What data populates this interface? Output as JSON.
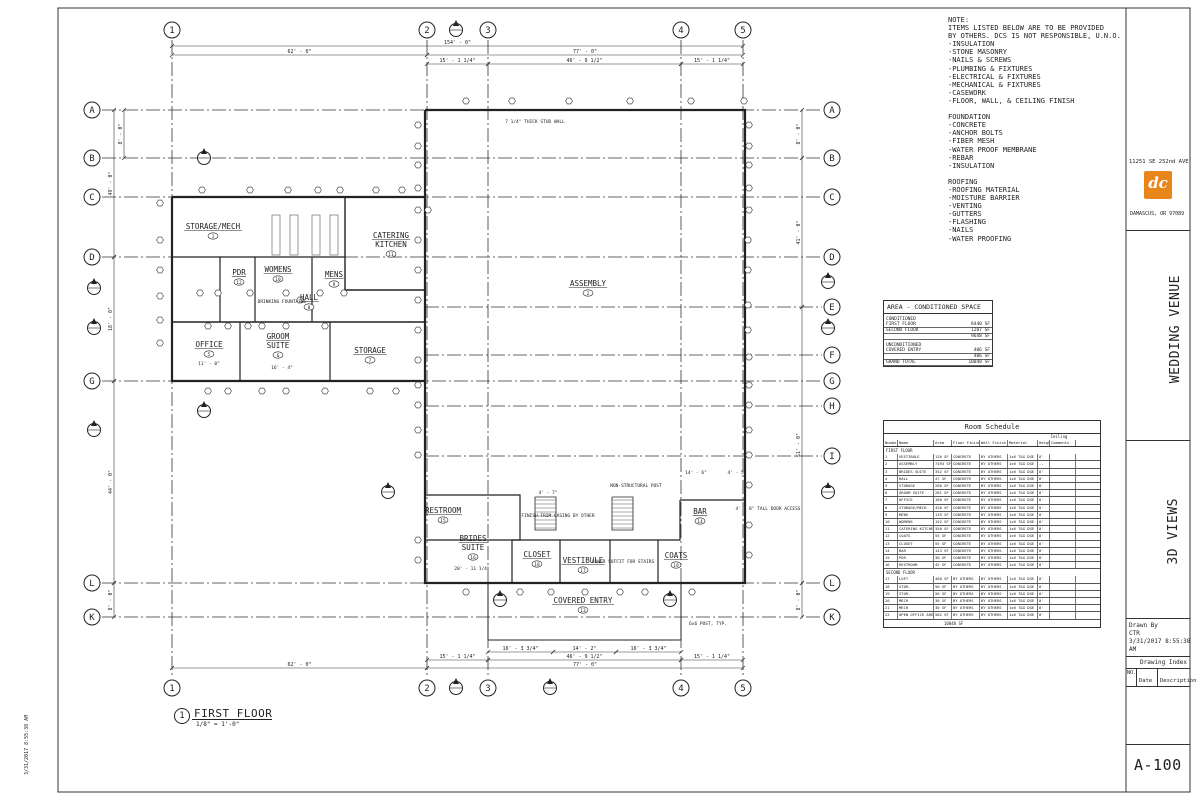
{
  "notes": {
    "header": "NOTE:",
    "intro": [
      "ITEMS LISTED BELOW ARE TO BE PROVIDED",
      "BY OTHERS. DCS IS NOT RESPONSIBLE, U.N.O."
    ],
    "groups": [
      {
        "title": "",
        "items": [
          "-INSULATION",
          "-STONE MASONRY",
          "-NAILS & SCREWS",
          "-PLUMBING & FIXTURES",
          "-ELECTRICAL & FIXTURES",
          "-MECHANICAL & FIXTURES",
          "-CASEWORK",
          "-FLOOR, WALL, & CEILING FINISH"
        ]
      },
      {
        "title": "FOUNDATION",
        "items": [
          "-CONCRETE",
          "-ANCHOR BOLTS",
          "-FIBER MESH",
          "-WATER PROOF MEMBRANE",
          "-REBAR",
          "-INSULATION"
        ]
      },
      {
        "title": "ROOFING",
        "items": [
          "-ROOFING MATERIAL",
          "-MOISTURE BARRIER",
          "-VENTING",
          "-GUTTERS",
          "-FLASHING",
          "-NAILS",
          "-WATER PROOFING"
        ]
      }
    ]
  },
  "title_block": {
    "address1": "11251 SE 252nd AVE",
    "address2": "DAMASCUS, OR 97089",
    "project": "WEDDING VENUE",
    "sheet_name": "3D VIEWS",
    "drawn_by_label": "Drawn By",
    "drawn_by": "CTR",
    "date": "3/31/2017 8:55:38",
    "time_suffix": "AM",
    "index_title": "Drawing Index",
    "col_no": "NO.",
    "col_date": "Date",
    "col_desc": "Description",
    "sheet_number": "A-100",
    "logo_text": "dc",
    "brand_color": "#e8861c"
  },
  "drawing": {
    "title": "FIRST FLOOR",
    "scale": "1/8\" = 1'-0\"",
    "view_no": "1",
    "side_stamp": "3/31/2017 8:55:38 AM",
    "grid_cols": [
      "1",
      "2",
      "3",
      "4",
      "5"
    ],
    "grid_rows": [
      "A",
      "B",
      "C",
      "D",
      "E",
      "F",
      "G",
      "H",
      "I",
      "J",
      "K"
    ],
    "dims_top": [
      "154' - 0\"",
      "62' - 0\"",
      "77' - 0\"",
      "15' - 1 1/4\"",
      "46' - 9 1/2\"",
      "15' - 1 1/4\""
    ],
    "dims_bottom": [
      "62' - 0\"",
      "77' - 0\"",
      "15' - 1 1/4\"",
      "46' - 9 1/2\"",
      "15' - 1 1/4\"",
      "16' - 3 3/4\"",
      "14' - 2\"",
      "16' - 3 3/4\""
    ],
    "dims_left": [
      "49' - 0\"",
      "18' - 0\"",
      "44' - 0\"",
      "8' - 0\"",
      "8' - 0\""
    ],
    "dims_right": [
      "8' - 0\"",
      "41' - 0\"",
      "51' - 0\"",
      "8' - 0\""
    ],
    "rooms": [
      {
        "name": "STORAGE/MECH",
        "num": "1"
      },
      {
        "name": "CATERING",
        "name2": "KITCHEN",
        "num": "11"
      },
      {
        "name": "PDR",
        "num": "12"
      },
      {
        "name": "WOMENS",
        "num": "10"
      },
      {
        "name": "MENS",
        "num": "9"
      },
      {
        "name": "HALL",
        "num": "8"
      },
      {
        "name": "ASSEMBLY",
        "num": "2"
      },
      {
        "name": "OFFICE",
        "num": "5"
      },
      {
        "name": "GROOM",
        "name2": "SUITE",
        "num": "6"
      },
      {
        "name": "STORAGE",
        "num": "7"
      },
      {
        "name": "RESTROOM",
        "num": "15"
      },
      {
        "name": "BRIDES",
        "name2": "SUITE",
        "num": "16"
      },
      {
        "name": "CLOSET",
        "num": "18"
      },
      {
        "name": "VESTIBULE",
        "num": "17"
      },
      {
        "name": "COATS",
        "num": "19"
      },
      {
        "name": "BAR",
        "num": "14"
      },
      {
        "name": "COVERED ENTRY",
        "num": "13"
      }
    ],
    "annotations": [
      "7 1/4\" THICK STUD WALL",
      "NON-STRUCTURAL POST",
      "4' - 0\" TALL DOOR ACCESS",
      "DRINKING FOUNTAINS",
      "FINISH TRIM CASING BY OTHER",
      "LOWER SOFFIT FOR STAIRS",
      "6x6 POST, TYP.",
      "14' - 6\"",
      "4' - 5\"",
      "4' - 7\"",
      "11' - 0\"",
      "16' - 4\"",
      "20' - 11 1/4\""
    ]
  },
  "area_table": {
    "title": "AREA - CONDITIONED SPACE",
    "sections": [
      {
        "header": "CONDITIONED",
        "rows": [
          [
            "FIRST FLOOR",
            "8440 SF"
          ],
          [
            "SECOND FLOOR",
            "1207 SF"
          ],
          [
            "",
            "9648 SF"
          ]
        ]
      },
      {
        "header": "UNCONDITIONED",
        "rows": [
          [
            "COVERED ENTRY",
            "406 SF"
          ],
          [
            "",
            "406 SF"
          ]
        ]
      },
      {
        "header": "",
        "rows": [
          [
            "GRAND TOTAL",
            "10048 SF"
          ]
        ]
      }
    ]
  },
  "room_schedule": {
    "title": "Room Schedule",
    "group_header": "Ceiling",
    "columns": [
      "Number",
      "Name",
      "Area",
      "Floor Finish",
      "Wall Finish",
      "Material",
      "Height",
      "Comments"
    ],
    "first_floor_label": "FIRST FLOOR",
    "second_floor_label": "SECOND FLOOR",
    "first_floor": [
      [
        "1",
        "VESTIBULE",
        "126 SF",
        "CONCRETE",
        "BY OTHERS",
        "1x6 T&G DGE",
        "8'"
      ],
      [
        "2",
        "ASSEMBLY",
        "7493 SF",
        "CONCRETE",
        "BY OTHERS",
        "1x6 T&G DGE",
        "--"
      ],
      [
        "3",
        "BRIDES SUITE",
        "352 SF",
        "CONCRETE",
        "BY OTHERS",
        "1x6 T&G DGE",
        "8'"
      ],
      [
        "4",
        "HALL",
        "47 SF",
        "CONCRETE",
        "BY OTHERS",
        "1x6 T&G DGE",
        "8'"
      ],
      [
        "5",
        "STORAGE",
        "280 SF",
        "CONCRETE",
        "BY OTHERS",
        "1x6 T&G DGE",
        "8'"
      ],
      [
        "6",
        "GROOM SUITE",
        "281 SF",
        "CONCRETE",
        "BY OTHERS",
        "1x6 T&G DGE",
        "8'"
      ],
      [
        "7",
        "OFFICE",
        "160 SF",
        "CONCRETE",
        "BY OTHERS",
        "1x6 T&G DGE",
        "8'"
      ],
      [
        "8",
        "STORAGE/MECH",
        "326 SF",
        "CONCRETE",
        "BY OTHERS",
        "1x6 T&G DGE",
        "8'"
      ],
      [
        "9",
        "MENS",
        "135 SF",
        "CONCRETE",
        "BY OTHERS",
        "1x6 T&G DGE",
        "8'"
      ],
      [
        "10",
        "WOMENS",
        "152 SF",
        "CONCRETE",
        "BY OTHERS",
        "1x6 T&G DGE",
        "8'"
      ],
      [
        "11",
        "CATERING KITCHEN",
        "350 SF",
        "CONCRETE",
        "BY OTHERS",
        "1x6 T&G DGE",
        "8'"
      ],
      [
        "12",
        "COATS",
        "55 SF",
        "CONCRETE",
        "BY OTHERS",
        "1x6 T&G DGE",
        "8'"
      ],
      [
        "13",
        "CLOSET",
        "55 SF",
        "CONCRETE",
        "BY OTHERS",
        "1x6 T&G DGE",
        "8'"
      ],
      [
        "14",
        "BAR",
        "143 SF",
        "CONCRETE",
        "BY OTHERS",
        "1x6 T&G DGE",
        "8'"
      ],
      [
        "15",
        "PDR",
        "30 SF",
        "CONCRETE",
        "BY OTHERS",
        "1x6 T&G DGE",
        "8'"
      ],
      [
        "16",
        "RESTROOM",
        "42 SF",
        "CONCRETE",
        "BY OTHERS",
        "1x6 T&G DGE",
        "8'"
      ]
    ],
    "second_floor": [
      [
        "17",
        "LOFT",
        "460 SF",
        "BY OTHERS",
        "BY OTHERS",
        "1x6 T&G DGE",
        "8'"
      ],
      [
        "18",
        "STOR.",
        "50 SF",
        "BY OTHERS",
        "BY OTHERS",
        "1x6 T&G DGE",
        "8'"
      ],
      [
        "19",
        "STOR.",
        "50 SF",
        "BY OTHERS",
        "BY OTHERS",
        "1x6 T&G DGE",
        "8'"
      ],
      [
        "20",
        "MECH",
        "30 SF",
        "BY OTHERS",
        "BY OTHERS",
        "1x6 T&G DGE",
        "8'"
      ],
      [
        "21",
        "MECH",
        "30 SF",
        "BY OTHERS",
        "BY OTHERS",
        "1x6 T&G DGE",
        "8'"
      ],
      [
        "22",
        "OPEN OFFICE AREA",
        "582 SF",
        "BY OTHERS",
        "BY OTHERS",
        "1x6 T&G DGE",
        "8'"
      ]
    ],
    "total": "10048 SF"
  }
}
